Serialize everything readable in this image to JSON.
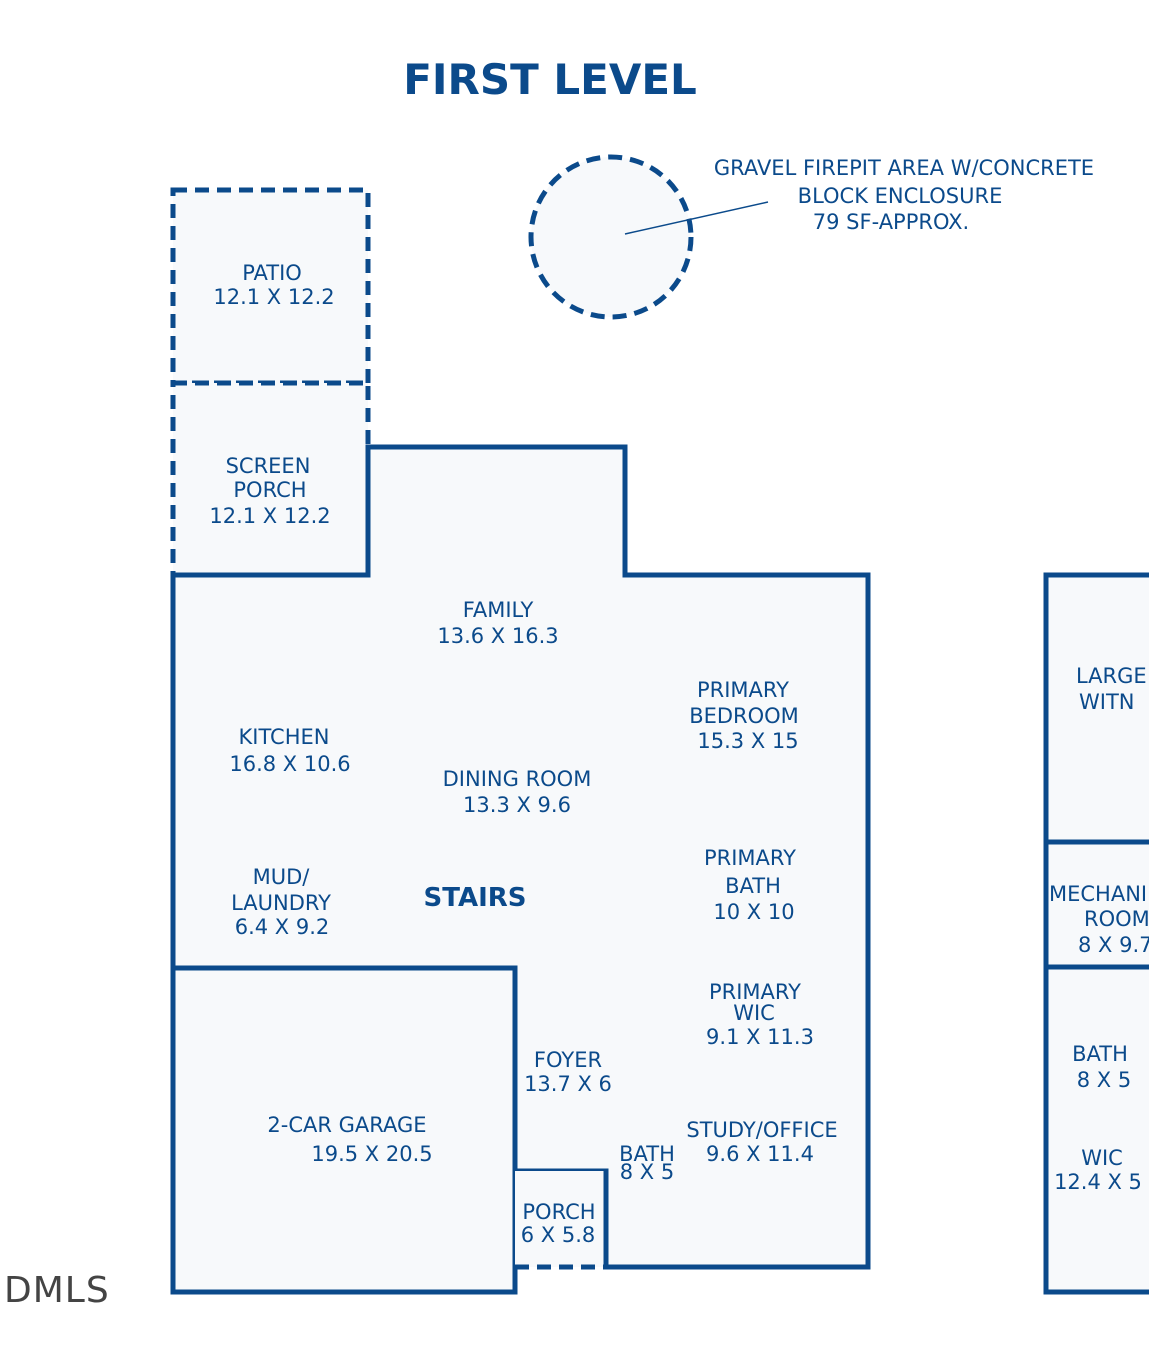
{
  "title": "FIRST LEVEL",
  "watermark": "DMLS",
  "colors": {
    "line": "#0b4a8b",
    "fill": "#f7f9fb"
  },
  "rooms": {
    "patio": {
      "name": "PATIO",
      "size": "12.1 X 12.2"
    },
    "screen_porch": {
      "name1": "SCREEN",
      "name2": "PORCH",
      "size": "12.1 X 12.2"
    },
    "family": {
      "name": "FAMILY",
      "size": "13.6 X 16.3"
    },
    "primary_bedroom": {
      "name1": "PRIMARY",
      "name2": "BEDROOM",
      "size": "15.3 X 15"
    },
    "kitchen": {
      "name": "KITCHEN",
      "size": "16.8 X 10.6"
    },
    "dining_room": {
      "name": "DINING ROOM",
      "size": "13.3 X 9.6"
    },
    "mud_laundry": {
      "name1": "MUD/",
      "name2": "LAUNDRY",
      "size": "6.4 X 9.2"
    },
    "stairs": {
      "name": "STAIRS"
    },
    "primary_bath": {
      "name1": "PRIMARY",
      "name2": "BATH",
      "size": "10 X 10"
    },
    "primary_wic": {
      "name1": "PRIMARY",
      "name2": "WIC",
      "size": "9.1 X 11.3"
    },
    "foyer": {
      "name": "FOYER",
      "size": "13.7 X 6"
    },
    "garage": {
      "name": "2-CAR GARAGE",
      "size": "19.5 X 20.5"
    },
    "study": {
      "name": "STUDY/OFFICE",
      "size": "9.6 X 11.4"
    },
    "bath": {
      "name": "BATH",
      "size": "8 X 5"
    },
    "porch": {
      "name": "PORCH",
      "size": "6 X 5.8"
    }
  },
  "firepit": {
    "line1": "GRAVEL FIREPIT AREA W/CONCRETE",
    "line2": "BLOCK ENCLOSURE",
    "line3": "79 SF-APPROX."
  },
  "right_rooms": {
    "large": {
      "line1": "LARGE",
      "line2": "WITN"
    },
    "mechanical": {
      "line1": "MECHANI",
      "line2": "ROOM",
      "line3": "8 X 9.7"
    },
    "bath": {
      "name": "BATH",
      "size": "8 X 5"
    },
    "wic": {
      "name": "WIC",
      "size": "12.4 X 5"
    }
  }
}
